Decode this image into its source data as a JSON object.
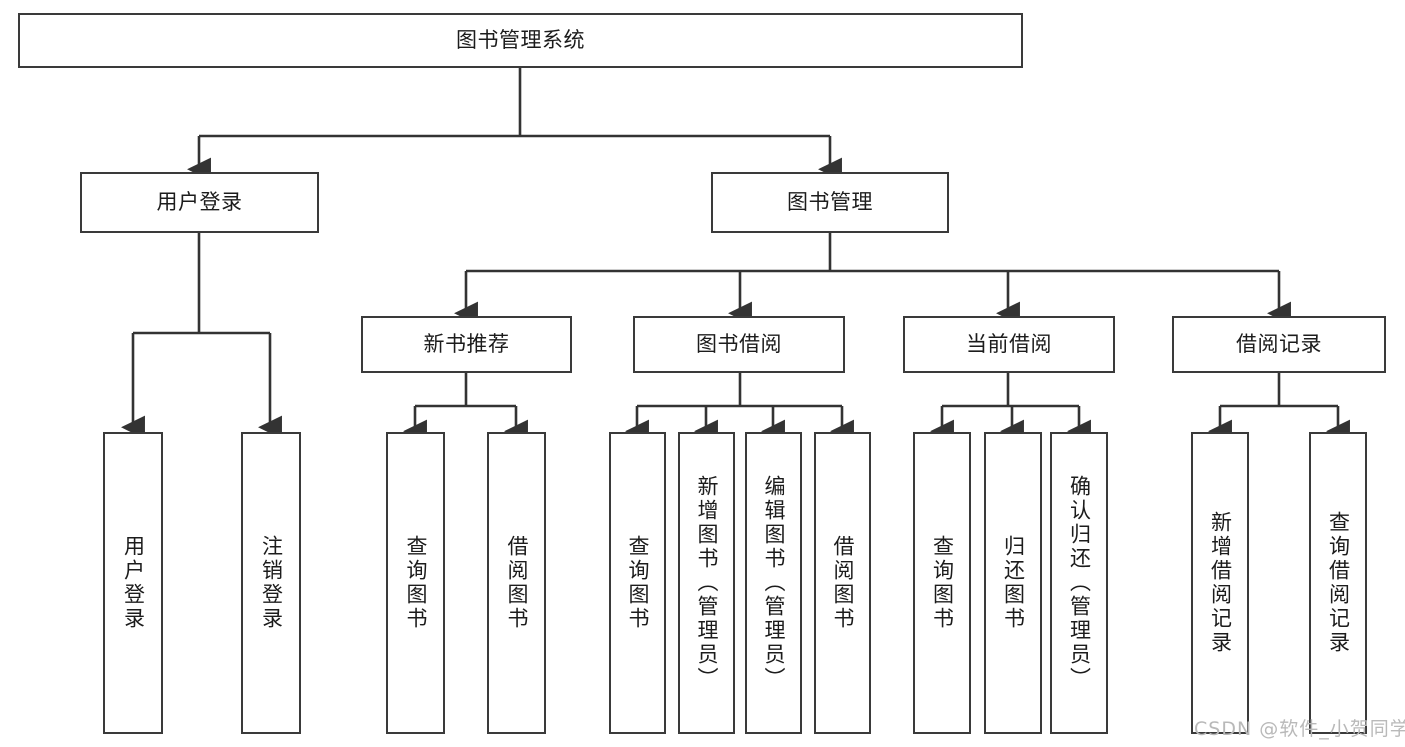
{
  "diagram": {
    "title": "图书管理系统",
    "type": "tree-hierarchy-diagram",
    "orientation": "top-down",
    "theme": {
      "background": "#ffffff",
      "node_fill": "#ffffff",
      "node_border": "#3a3a3a",
      "edge_color": "#333333",
      "text_color": "#1c1c1c",
      "watermark_color": "#b9b9b9"
    }
  },
  "watermark": {
    "text": "CSDN @软件_小贺同学"
  },
  "nodes": {
    "root": {
      "label": "图书管理系统",
      "level": 1,
      "text_direction": "horizontal"
    },
    "user_login": {
      "label": "用户登录",
      "level": 2,
      "text_direction": "horizontal"
    },
    "book_manage": {
      "label": "图书管理",
      "level": 2,
      "text_direction": "horizontal"
    },
    "new_book_rec": {
      "label": "新书推荐",
      "level": 3,
      "text_direction": "horizontal"
    },
    "book_borrow": {
      "label": "图书借阅",
      "level": 3,
      "text_direction": "horizontal"
    },
    "current_borrow": {
      "label": "当前借阅",
      "level": 3,
      "text_direction": "horizontal"
    },
    "borrow_record": {
      "label": "借阅记录",
      "level": 3,
      "text_direction": "horizontal"
    },
    "leaf_user_login": {
      "label": "用户登录",
      "level": 4,
      "text_direction": "vertical"
    },
    "leaf_logout": {
      "label": "注销登录",
      "level": 4,
      "text_direction": "vertical"
    },
    "leaf_query_book_1": {
      "label": "查询图书",
      "level": 4,
      "text_direction": "vertical"
    },
    "leaf_borrow_book_1": {
      "label": "借阅图书",
      "level": 4,
      "text_direction": "vertical"
    },
    "leaf_query_book_2": {
      "label": "查询图书",
      "level": 4,
      "text_direction": "vertical"
    },
    "leaf_add_book": {
      "label": "新增图书（管理员）",
      "level": 4,
      "text_direction": "vertical"
    },
    "leaf_edit_book": {
      "label": "编辑图书（管理员）",
      "level": 4,
      "text_direction": "vertical"
    },
    "leaf_borrow_book_2": {
      "label": "借阅图书",
      "level": 4,
      "text_direction": "vertical"
    },
    "leaf_query_book_3": {
      "label": "查询图书",
      "level": 4,
      "text_direction": "vertical"
    },
    "leaf_return_book": {
      "label": "归还图书",
      "level": 4,
      "text_direction": "vertical"
    },
    "leaf_confirm_return": {
      "label": "确认归还（管理员）",
      "level": 4,
      "text_direction": "vertical"
    },
    "leaf_add_record": {
      "label": "新增借阅记录",
      "level": 4,
      "text_direction": "vertical"
    },
    "leaf_query_record": {
      "label": "查询借阅记录",
      "level": 4,
      "text_direction": "vertical"
    }
  },
  "edges": [
    {
      "from": "root",
      "to": "user_login"
    },
    {
      "from": "root",
      "to": "book_manage"
    },
    {
      "from": "user_login",
      "to": "leaf_user_login"
    },
    {
      "from": "user_login",
      "to": "leaf_logout"
    },
    {
      "from": "book_manage",
      "to": "new_book_rec"
    },
    {
      "from": "book_manage",
      "to": "book_borrow"
    },
    {
      "from": "book_manage",
      "to": "current_borrow"
    },
    {
      "from": "book_manage",
      "to": "borrow_record"
    },
    {
      "from": "new_book_rec",
      "to": "leaf_query_book_1"
    },
    {
      "from": "new_book_rec",
      "to": "leaf_borrow_book_1"
    },
    {
      "from": "book_borrow",
      "to": "leaf_query_book_2"
    },
    {
      "from": "book_borrow",
      "to": "leaf_add_book"
    },
    {
      "from": "book_borrow",
      "to": "leaf_edit_book"
    },
    {
      "from": "book_borrow",
      "to": "leaf_borrow_book_2"
    },
    {
      "from": "current_borrow",
      "to": "leaf_query_book_3"
    },
    {
      "from": "current_borrow",
      "to": "leaf_return_book"
    },
    {
      "from": "current_borrow",
      "to": "leaf_confirm_return"
    },
    {
      "from": "borrow_record",
      "to": "leaf_add_record"
    },
    {
      "from": "borrow_record",
      "to": "leaf_query_record"
    }
  ]
}
